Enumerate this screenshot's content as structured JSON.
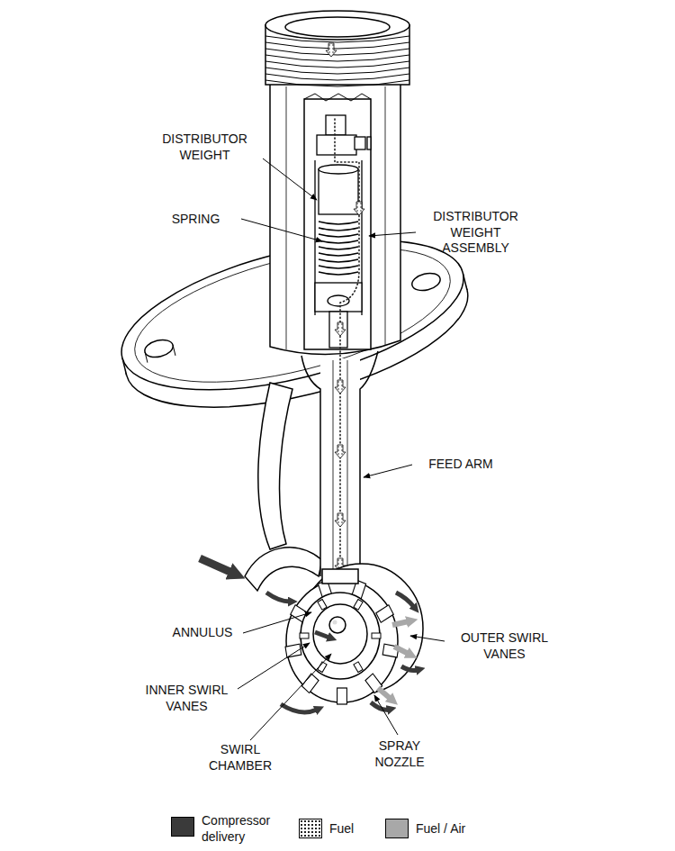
{
  "diagram": {
    "labels": [
      "DISTRIBUTOR WEIGHT",
      "SPRING",
      "DISTRIBUTOR WEIGHT ASSEMBLY",
      "FEED ARM",
      "ANNULUS",
      "OUTER SWIRL VANES",
      "INNER SWIRL VANES",
      "SWIRL CHAMBER",
      "SPRAY NOZZLE"
    ],
    "legend": [
      {
        "text": "Compressor delivery",
        "color": "#3a3a3a"
      },
      {
        "text": "Fuel"
      },
      {
        "text": "Fuel / Air",
        "color": "#a8a8a8"
      }
    ]
  }
}
